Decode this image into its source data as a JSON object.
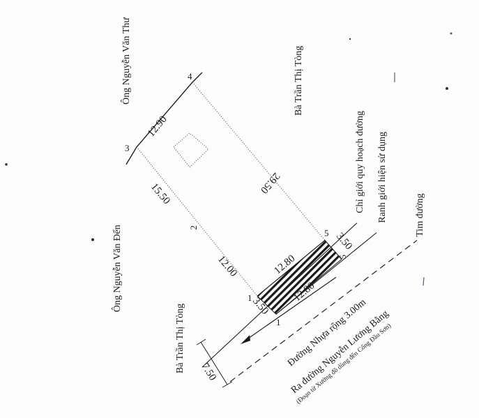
{
  "neighbors": {
    "top_left": "Ông Nguyễn Văn Thư",
    "left": "Ông Nguyễn Văn Đến",
    "top_right": "Bà Trần Thị Tòng",
    "bottom": "Bà Trần Thị Tòng"
  },
  "dimensions": {
    "side_3_4": "12.90",
    "side_4_5": "29.50",
    "side_3_2": "15.50",
    "side_2_1": "12.00",
    "side_1_5_upper": "12.80",
    "side_1_5_lower": "12.80",
    "offset_left": "3.50",
    "offset_right": "3.50",
    "road_offset": "7.50"
  },
  "points": {
    "p1": "1",
    "p1b": "1",
    "p2": "2",
    "p3": "3",
    "p4": "4",
    "p5": "5",
    "p5b": "5"
  },
  "lines": {
    "planning_boundary": "Chỉ giới quy hoạch đường",
    "current_boundary": "Ranh giới hiện sử dụng",
    "road_center": "Tim đường"
  },
  "road": {
    "asphalt": "Đường Nhựa rộng 3.00m",
    "main_road": "Ra đường Nguyễn Lương Bằng",
    "note": "(Đoạn từ Xưởng đồ dùng đến Cống Đầu Sơn)"
  }
}
